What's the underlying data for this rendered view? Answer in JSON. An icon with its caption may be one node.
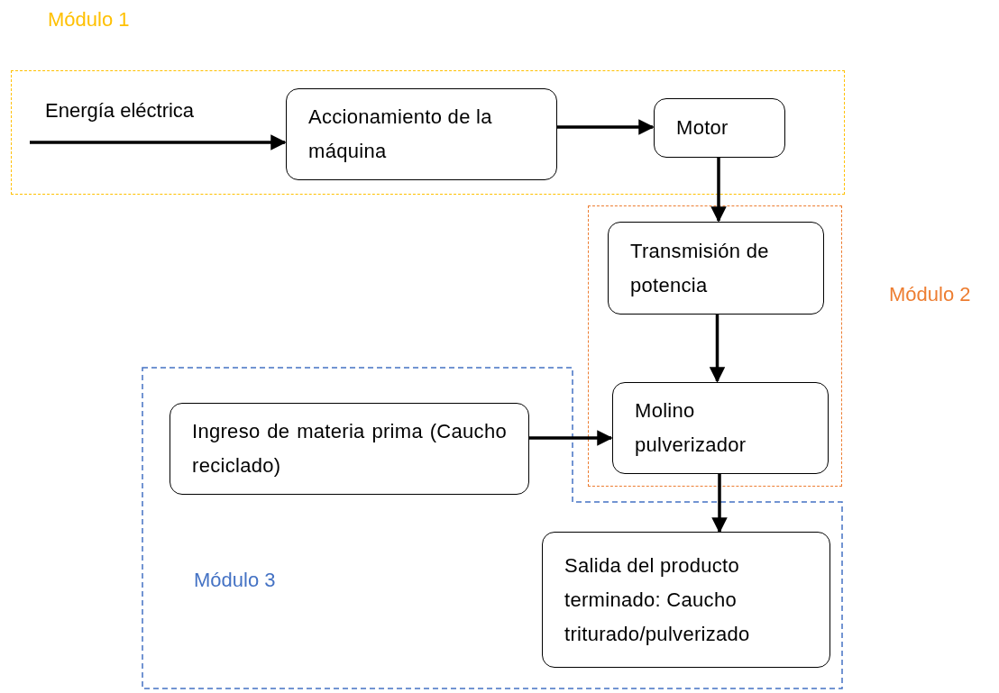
{
  "diagram": {
    "nodes": [
      {
        "text": [
          "Módulo 1"
        ]
      },
      {
        "text": [
          "Accionamiento de la máquina"
        ],
        "in": 0
      },
      {
        "text": [
          "Motor"
        ],
        "in": 0
      },
      {
        "text": [
          "Módulo 2"
        ]
      },
      {
        "text": [
          "Transmisión de potencia"
        ],
        "in": 3
      },
      {
        "text": [
          "Molino pulverizador"
        ],
        "in": 3
      },
      {
        "text": [
          "Módulo 3"
        ]
      },
      {
        "text": [
          "Ingreso de materia prima (Caucho reciclado)"
        ],
        "in": 6
      },
      {
        "text": [
          "Salida del producto terminado: Caucho triturado/pulverizado"
        ],
        "in": 6
      }
    ],
    "edges": [
      {
        "from": null,
        "to": 1,
        "arrow": "to",
        "label": "Energía eléctrica"
      },
      {
        "from": 1,
        "to": 2,
        "arrow": "to"
      },
      {
        "from": 2,
        "to": 4,
        "arrow": "to"
      },
      {
        "from": 4,
        "to": 5,
        "arrow": "to"
      },
      {
        "from": 7,
        "to": 5,
        "arrow": "to"
      },
      {
        "from": 5,
        "to": 8,
        "arrow": "to"
      }
    ]
  }
}
